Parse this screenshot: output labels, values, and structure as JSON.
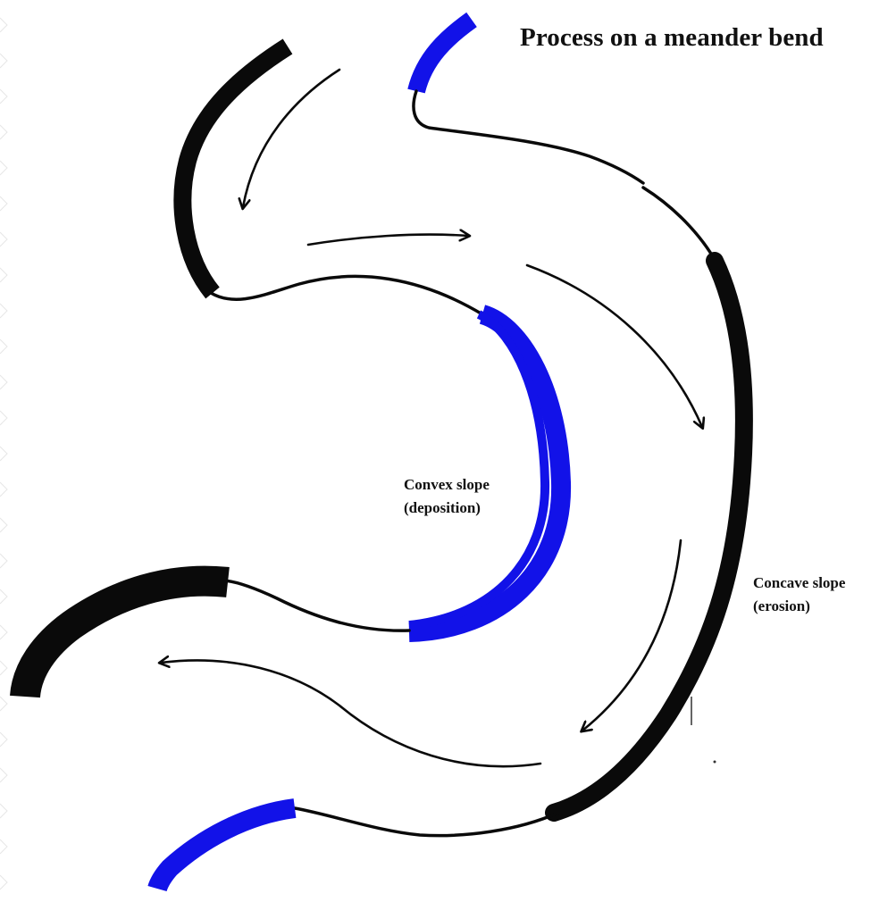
{
  "diagram": {
    "title": "Process on a meander bend",
    "convex_slope": {
      "line1": "Convex slope",
      "line2": "(deposition)"
    },
    "concave_slope": {
      "line1": "Concave slope",
      "line2": "(erosion)"
    },
    "colors": {
      "bank": "#0a0a0a",
      "deposition": "#1212e8",
      "background": "#ffffff"
    }
  }
}
